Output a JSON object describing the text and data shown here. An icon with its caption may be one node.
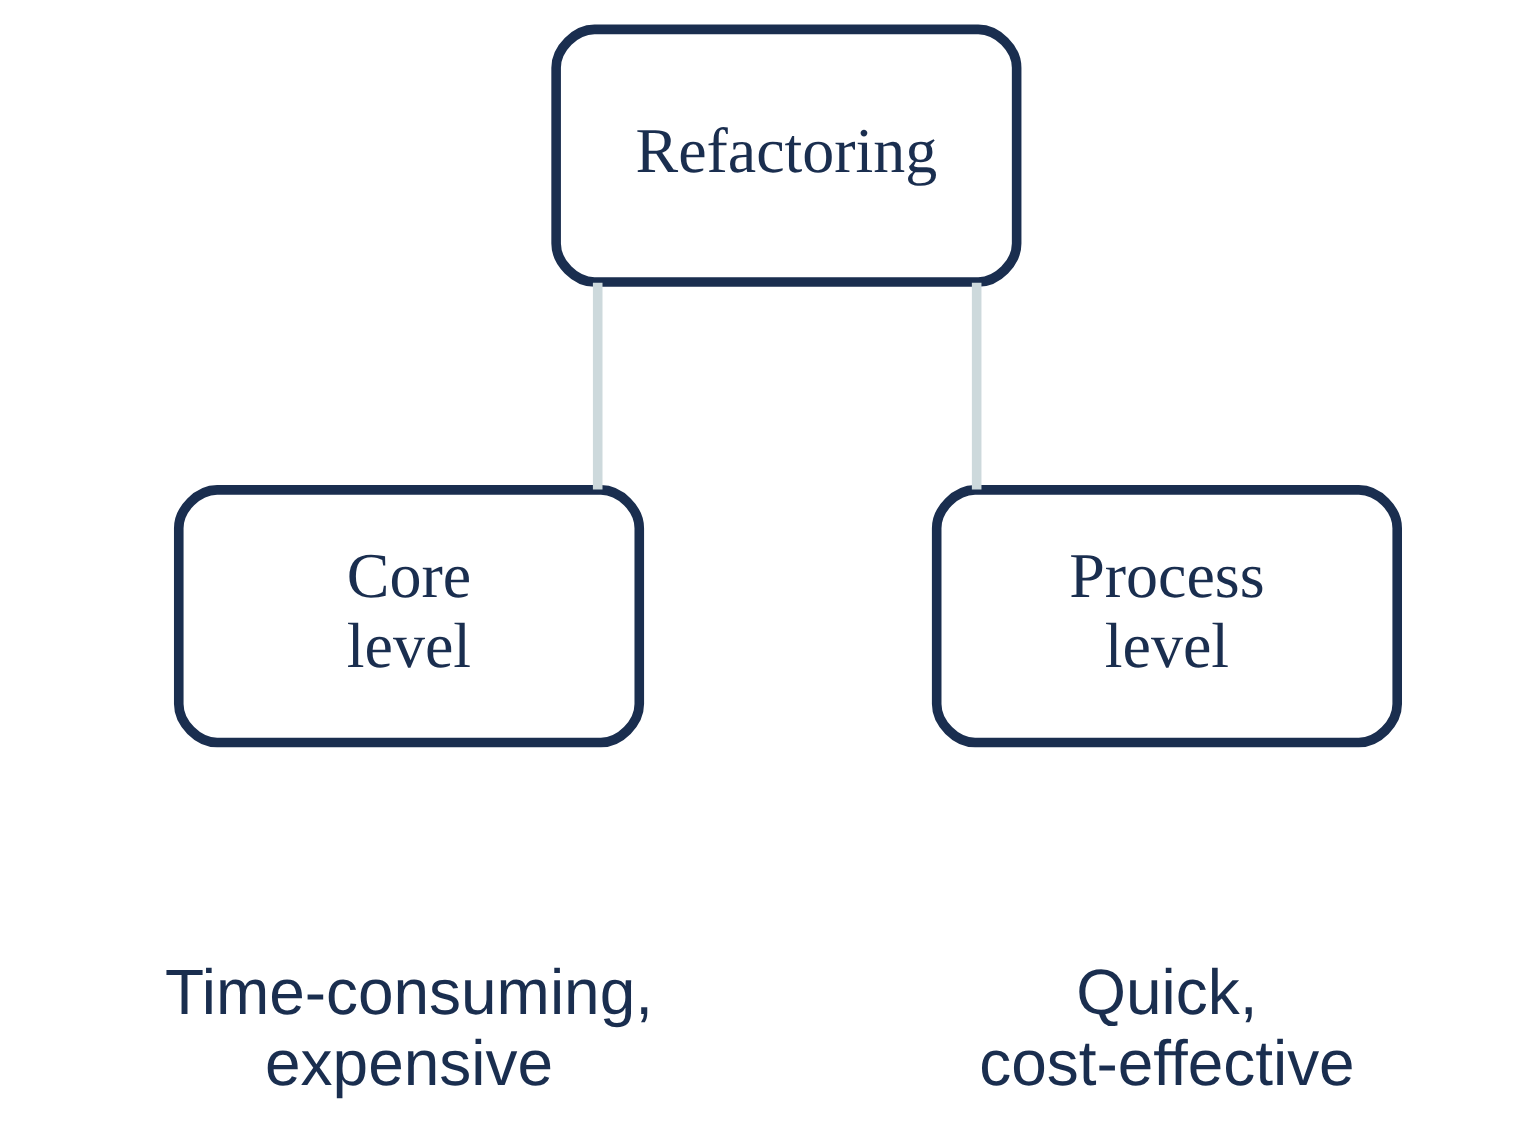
{
  "diagram": {
    "nodes": [
      {
        "text": [
          "Refactoring"
        ]
      },
      {
        "text": [
          "Core level"
        ],
        "beside": [
          "Time-consuming, expensive"
        ]
      },
      {
        "text": [
          "Process level"
        ],
        "beside": [
          "Quick, cost-effective"
        ]
      }
    ],
    "edges": [
      {
        "from": 0,
        "to": 1,
        "arrow": "none"
      },
      {
        "from": 0,
        "to": 2,
        "arrow": "none"
      }
    ]
  }
}
